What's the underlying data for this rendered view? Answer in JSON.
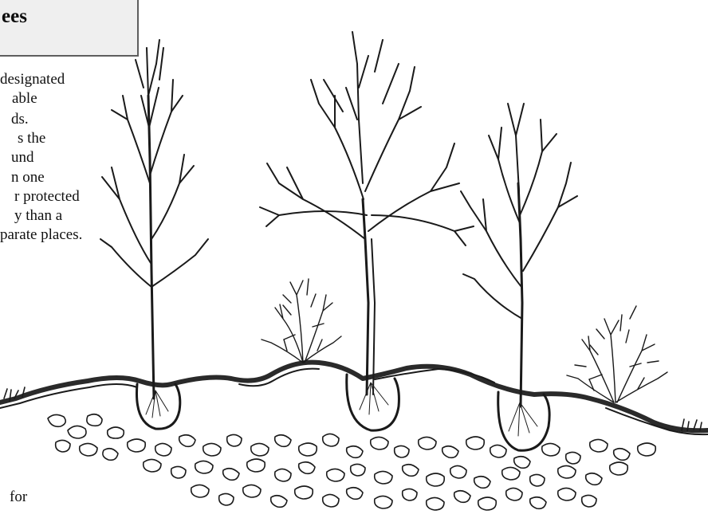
{
  "title": {
    "text": "ees"
  },
  "body": {
    "lines": [
      "designated",
      "able",
      "ds.",
      "s the",
      "und",
      "n one",
      "r protected",
      "y than a",
      "parate places."
    ],
    "footer_fragment": "for"
  },
  "illustration": {
    "subject": "trees-and-shrubs-planted-in-soil-pits-illustration"
  }
}
